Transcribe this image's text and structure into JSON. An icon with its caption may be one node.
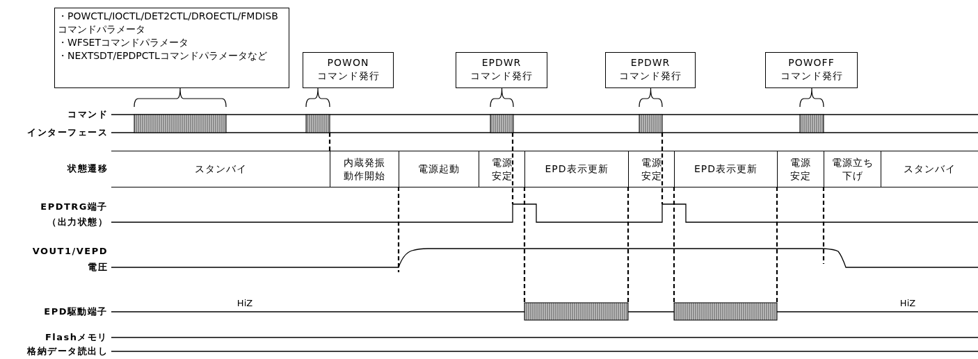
{
  "diagram": {
    "nodes": [
      {
        "text": [
          "・POWCTL/IOCTL/DET2CTL/DROECTL/FMDISBコマンドパラメータ",
          "・WFSETコマンドパラメータ",
          "・NEXTSDT/EPDPCTLコマンドパラメータなど"
        ]
      },
      {
        "text": [
          "POWON",
          "コマンド発行"
        ]
      },
      {
        "text": [
          "EPDWR",
          "コマンド発行"
        ]
      },
      {
        "text": [
          "EPDWR",
          "コマンド発行"
        ]
      },
      {
        "text": [
          "POWOFF",
          "コマンド発行"
        ]
      },
      {
        "text": [
          "スタンバイ"
        ]
      },
      {
        "text": [
          "内蔵発振動作開始"
        ]
      },
      {
        "text": [
          "電源起動"
        ]
      },
      {
        "text": [
          "電源安定"
        ]
      },
      {
        "text": [
          "EPD表示更新"
        ]
      },
      {
        "text": [
          "電源安定"
        ]
      },
      {
        "text": [
          "EPD表示更新"
        ]
      },
      {
        "text": [
          "電源安定"
        ]
      },
      {
        "text": [
          "電源立ち下げ"
        ]
      },
      {
        "text": [
          "スタンバイ"
        ]
      }
    ],
    "labels": [
      "コマンド",
      "インターフェース",
      "状態遷移",
      "EPDTRG端子",
      "（出力状態）",
      "VOUT1/VEPD",
      "電圧",
      "EPD駆動端子",
      "HiZ",
      "HiZ",
      "Flashメモリ",
      "格納データ読出し"
    ]
  }
}
